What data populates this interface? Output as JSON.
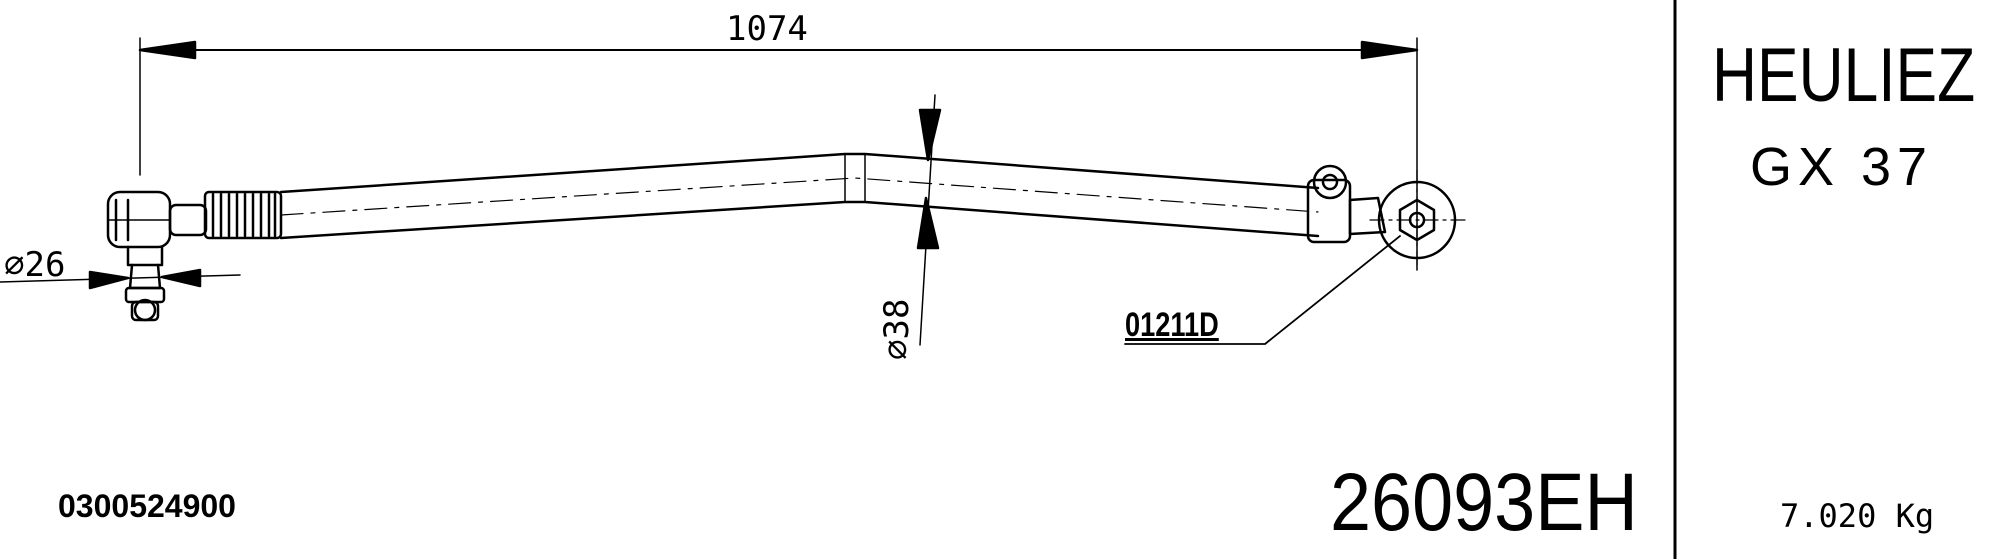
{
  "title_block": {
    "brand": "HEULIEZ",
    "model": "GX 37",
    "part_number": "26093EH",
    "oem_number": "0300524900",
    "weight": "7.020 Kg"
  },
  "drawing": {
    "length_dimension": "1074",
    "end_diameter": "⌀26",
    "tube_diameter": "⌀38",
    "joint_reference": "01211D"
  }
}
